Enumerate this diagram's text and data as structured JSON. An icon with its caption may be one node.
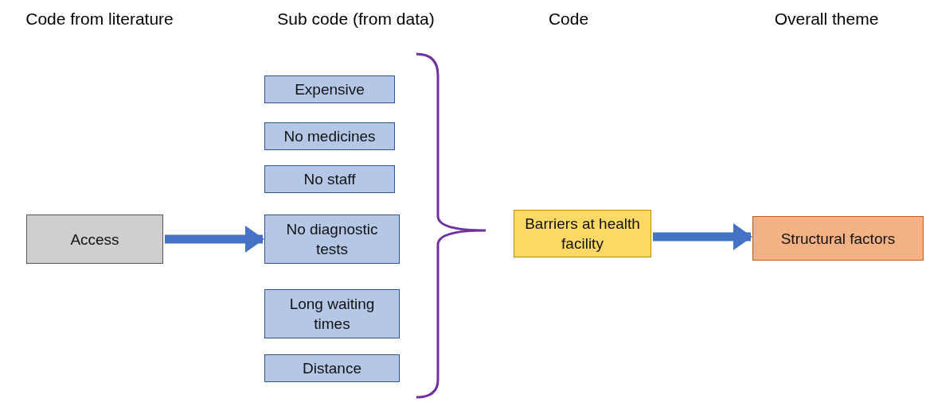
{
  "diagram": {
    "nodes": [
      {
        "text": [
          "Access"
        ]
      },
      {
        "text": [
          "Expensive"
        ]
      },
      {
        "text": [
          "No medicines"
        ]
      },
      {
        "text": [
          "No staff"
        ]
      },
      {
        "text": [
          "No diagnostic tests"
        ]
      },
      {
        "text": [
          "Long waiting times"
        ]
      },
      {
        "text": [
          "Distance"
        ]
      },
      {
        "text": [
          "Barriers at health facility"
        ]
      },
      {
        "text": [
          "Structural factors"
        ]
      }
    ],
    "edges": [
      {
        "from": 0,
        "to": 4,
        "arrow": "to"
      },
      {
        "from": 7,
        "to": 8,
        "arrow": "to"
      }
    ],
    "labels": [
      "Code from literature",
      "Sub code (from data)",
      "Code",
      "Overall theme"
    ]
  }
}
